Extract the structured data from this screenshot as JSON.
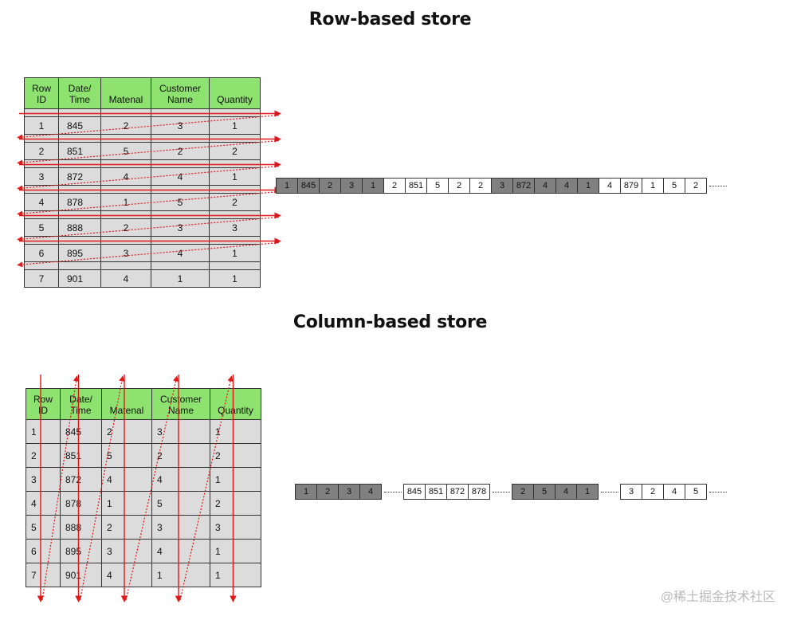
{
  "row_section": {
    "title": "Row-based store",
    "headers": [
      "Row\nID",
      "Date/\nTime",
      "Matenal",
      "Customer\nName",
      "Quantity"
    ],
    "rows": [
      [
        "1",
        "845",
        "2",
        "3",
        "1"
      ],
      [
        "2",
        "851",
        "5",
        "2",
        "2"
      ],
      [
        "3",
        "872",
        "4",
        "4",
        "1"
      ],
      [
        "4",
        "878",
        "1",
        "5",
        "2"
      ],
      [
        "5",
        "888",
        "2",
        "3",
        "3"
      ],
      [
        "6",
        "895",
        "3",
        "4",
        "1"
      ],
      [
        "7",
        "901",
        "4",
        "1",
        "1"
      ]
    ],
    "strip": [
      {
        "shade": "dark",
        "values": [
          "1",
          "845",
          "2",
          "3",
          "1"
        ]
      },
      {
        "shade": "light",
        "values": [
          "2",
          "851",
          "5",
          "2",
          "2"
        ]
      },
      {
        "shade": "dark",
        "values": [
          "3",
          "872",
          "4",
          "4",
          "1"
        ]
      },
      {
        "shade": "light",
        "values": [
          "4",
          "879",
          "1",
          "5",
          "2"
        ]
      }
    ]
  },
  "column_section": {
    "title": "Column-based store",
    "headers": [
      "Row\nID",
      "Date/\nTime",
      "Matenal",
      "Customer\nName",
      "Quantity"
    ],
    "rows": [
      [
        "1",
        "845",
        "2",
        "3",
        "1"
      ],
      [
        "2",
        "851",
        "5",
        "2",
        "2"
      ],
      [
        "3",
        "872",
        "4",
        "4",
        "1"
      ],
      [
        "4",
        "878",
        "1",
        "5",
        "2"
      ],
      [
        "5",
        "888",
        "2",
        "3",
        "3"
      ],
      [
        "6",
        "895",
        "3",
        "4",
        "1"
      ],
      [
        "7",
        "901",
        "4",
        "1",
        "1"
      ]
    ],
    "strip": [
      {
        "shade": "dark",
        "values": [
          "1",
          "2",
          "3",
          "4"
        ]
      },
      {
        "shade": "light",
        "values": [
          "845",
          "851",
          "872",
          "878"
        ]
      },
      {
        "shade": "dark",
        "values": [
          "2",
          "5",
          "4",
          "1"
        ]
      },
      {
        "shade": "light",
        "values": [
          "3",
          "2",
          "4",
          "5"
        ]
      }
    ]
  },
  "colors": {
    "header_green": "#8ee26f",
    "cell_gray": "#dcdcdc",
    "dark_cell": "#808080",
    "arrow_red": "#e01818"
  },
  "watermark": "@稀土掘金技术社区"
}
